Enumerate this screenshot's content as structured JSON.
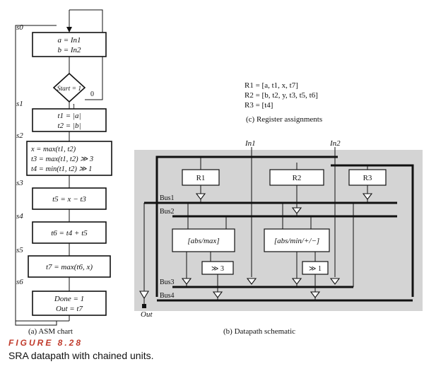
{
  "page": {
    "number": ""
  },
  "asm": {
    "states": [
      "s0",
      "s1",
      "s2",
      "s3",
      "s4",
      "s5",
      "s6"
    ],
    "s0_box": [
      "a = In1",
      "b = In2"
    ],
    "decision": "Start = 1",
    "decision_false": "0",
    "decision_true": "1",
    "s1_box": [
      "t1 = |a|",
      "t2 = |b|"
    ],
    "s2_box": [
      "x = max(t1, t2)",
      "t3 = max(t1, t2) ≫ 3",
      "t4 = min(t1, t2) ≫ 1"
    ],
    "s3_box": [
      "t5 = x − t3"
    ],
    "s4_box": [
      "t6 = t4 + t5"
    ],
    "s5_box": [
      "t7 = max(t6, x)"
    ],
    "s6_box": [
      "Done = 1",
      "Out = t7"
    ],
    "caption": "(a)  ASM chart"
  },
  "registers": {
    "lines": [
      "R1 = [a, t1, x, t7]",
      "R2 = [b, t2, y, t3, t5, t6]",
      "R3 = [t4]"
    ],
    "caption": "(c)  Register assignments"
  },
  "datapath": {
    "inputs": [
      "In1",
      "In2"
    ],
    "regs": [
      "R1",
      "R2",
      "R3"
    ],
    "buses": [
      "Bus1",
      "Bus2",
      "Bus3",
      "Bus4"
    ],
    "unit1": "[abs/max]",
    "unit2": "[abs/min/+/−]",
    "shift1": "≫ 3",
    "shift2": "≫ 1",
    "output": "Out",
    "caption": "(b)  Datapath schematic"
  },
  "figure": {
    "label": "FIGURE  8.28",
    "caption": "SRA datapath with chained units."
  },
  "colors": {
    "accent": "#c03a2b",
    "schematic_bg": "#d4d4d4"
  }
}
